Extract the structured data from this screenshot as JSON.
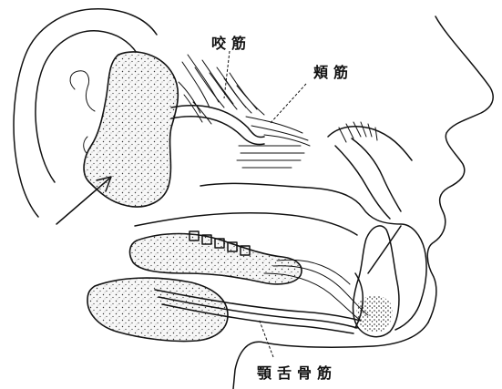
{
  "diagram": {
    "labels": {
      "masseter": "咬筋",
      "buccinator": "頬筋",
      "mylohyoid": "顎舌骨筋"
    },
    "ink_color": "#111111",
    "background": "#ffffff"
  }
}
